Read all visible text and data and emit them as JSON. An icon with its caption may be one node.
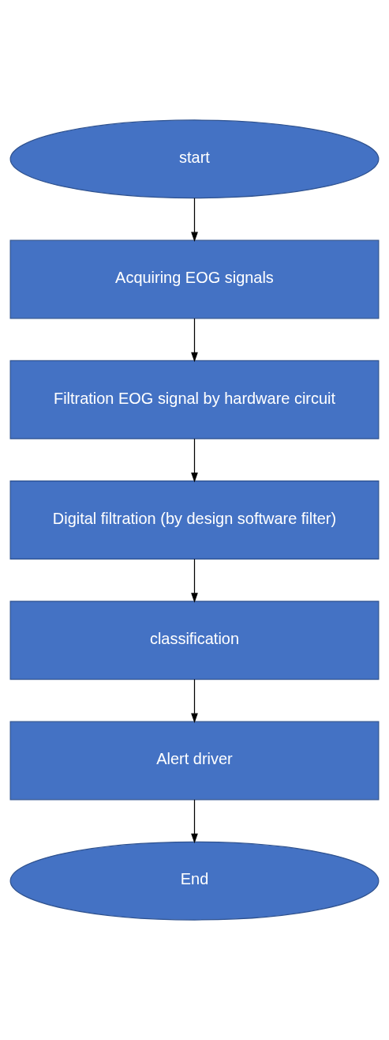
{
  "diagram": {
    "nodes": [
      {
        "text": [
          "start"
        ]
      },
      {
        "text": [
          "Acquiring EOG signals"
        ]
      },
      {
        "text": [
          "Filtration EOG signal by hardware circuit"
        ]
      },
      {
        "text": [
          "Digital filtration (by design software filter)"
        ]
      },
      {
        "text": [
          "classification"
        ]
      },
      {
        "text": [
          "Alert driver"
        ]
      },
      {
        "text": [
          "End"
        ]
      }
    ],
    "edges": [
      {
        "from": 0,
        "to": 1,
        "arrow": "to"
      },
      {
        "from": 1,
        "to": 2,
        "arrow": "to"
      },
      {
        "from": 2,
        "to": 3,
        "arrow": "to"
      },
      {
        "from": 3,
        "to": 4,
        "arrow": "to"
      },
      {
        "from": 4,
        "to": 5,
        "arrow": "to"
      },
      {
        "from": 5,
        "to": 6,
        "arrow": "to"
      }
    ]
  }
}
